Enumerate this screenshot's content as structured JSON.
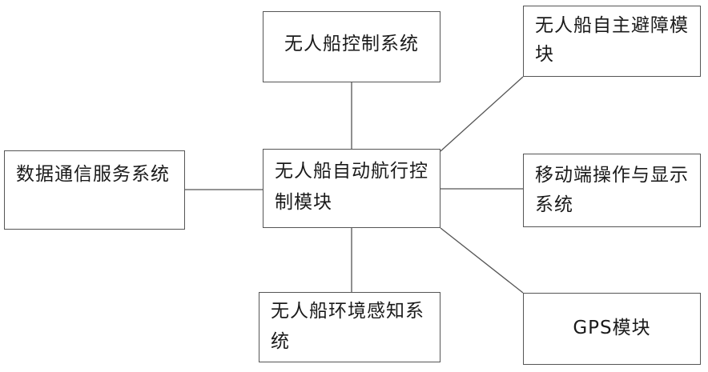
{
  "nodes": {
    "control_system": "无人船控制系统",
    "obstacle_avoidance": "无人船自主避障模块",
    "data_comm": "数据通信服务系统",
    "auto_nav": "无人船自动航行控制模块",
    "mobile_display": "移动端操作与显示系统",
    "environment": "无人船环境感知系统",
    "gps": "GPS模块"
  },
  "edges": [
    [
      "auto_nav",
      "control_system"
    ],
    [
      "auto_nav",
      "obstacle_avoidance"
    ],
    [
      "auto_nav",
      "data_comm"
    ],
    [
      "auto_nav",
      "mobile_display"
    ],
    [
      "auto_nav",
      "environment"
    ],
    [
      "auto_nav",
      "gps"
    ]
  ]
}
